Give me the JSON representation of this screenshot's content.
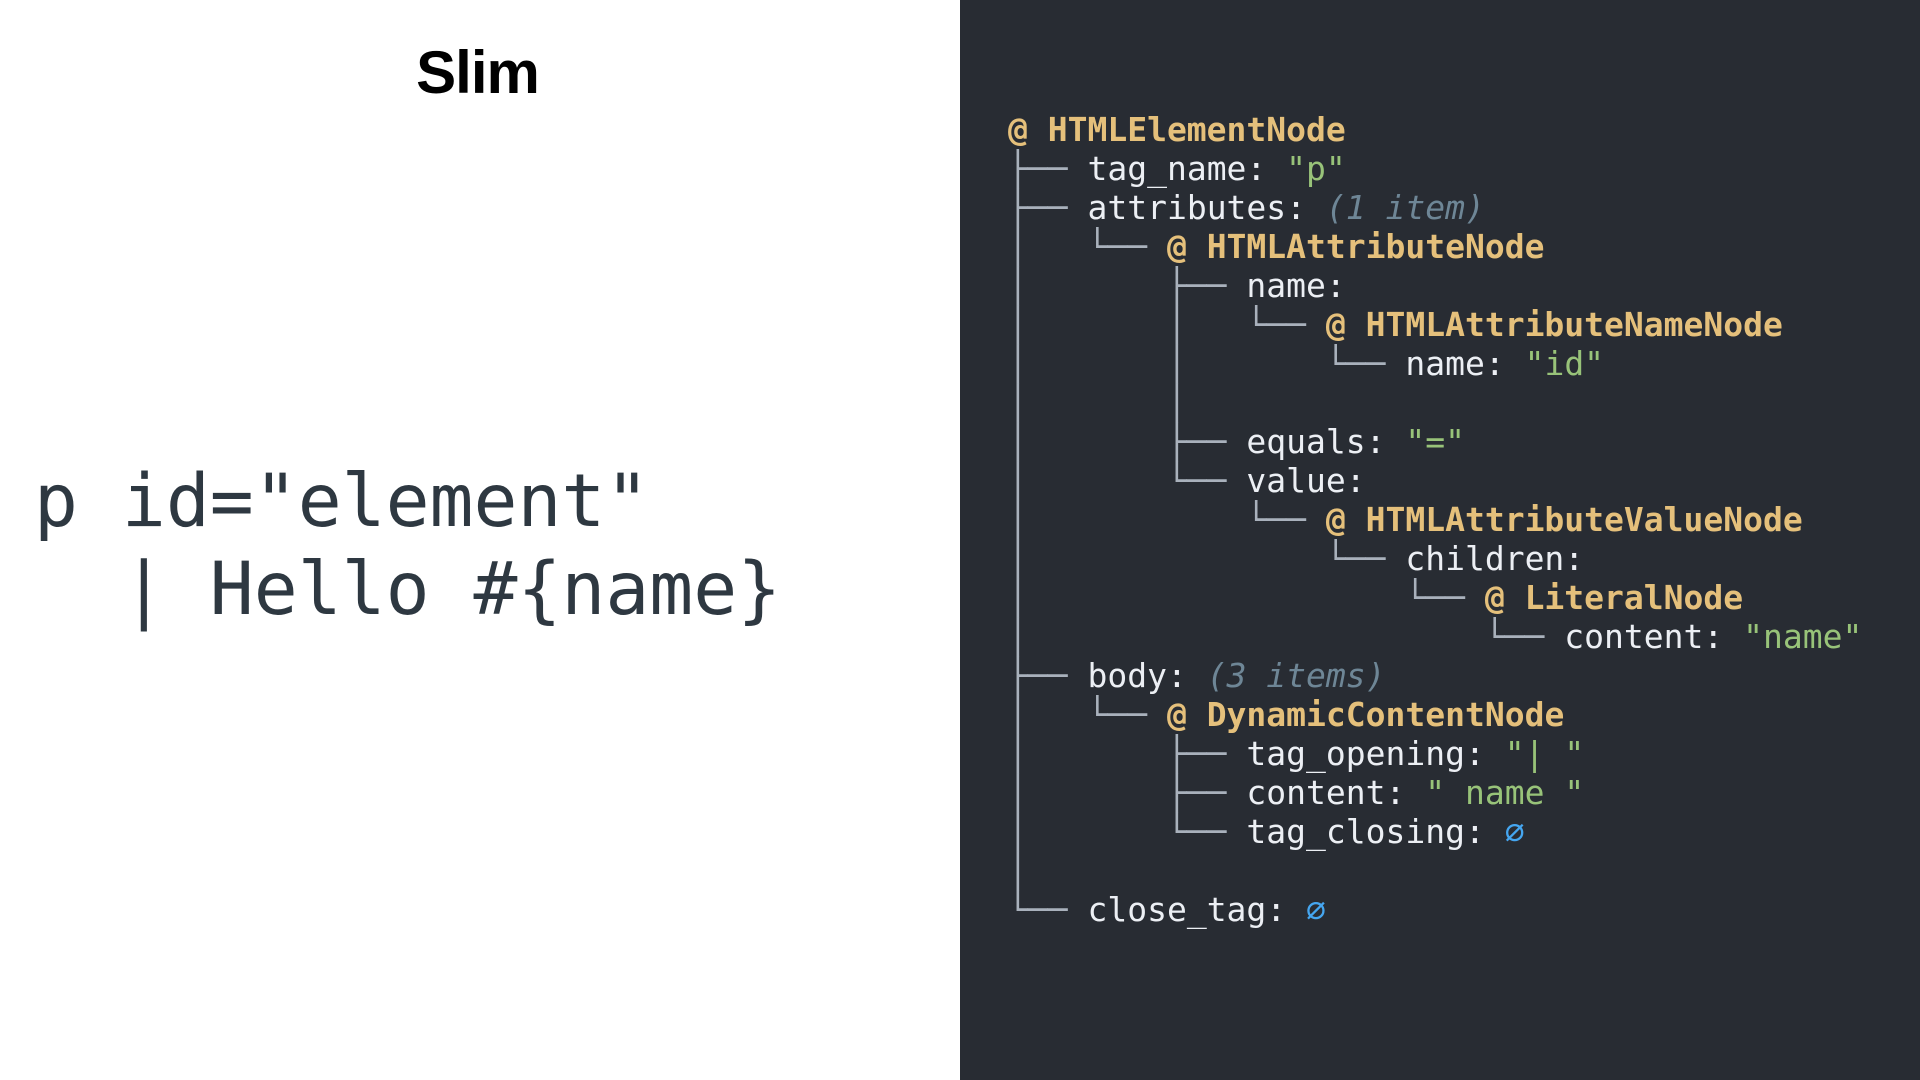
{
  "slide": {
    "title": "Slim"
  },
  "source": {
    "lines": [
      "p id=\"element\"",
      "  | Hello #{name}"
    ]
  },
  "tree": {
    "root_node": "@ HTMLElementNode",
    "tag_name_key": "tag_name:",
    "tag_name_value": "\"p\"",
    "attributes_key": "attributes:",
    "attributes_count": "(1 item)",
    "attribute_node": "@ HTMLAttributeNode",
    "name_key": "name:",
    "attribute_name_node": "@ HTMLAttributeNameNode",
    "inner_name_key": "name:",
    "inner_name_value": "\"id\"",
    "equals_key": "equals:",
    "equals_value": "\"=\"",
    "value_key": "value:",
    "attribute_value_node": "@ HTMLAttributeValueNode",
    "children_key": "children:",
    "literal_node": "@ LiteralNode",
    "content_key": "content:",
    "content_value": "\"name\"",
    "body_key": "body:",
    "body_count": "(3 items)",
    "dynamic_node": "@ DynamicContentNode",
    "tag_opening_key": "tag_opening:",
    "tag_opening_value": "\"| \"",
    "dyn_content_key": "content:",
    "dyn_content_value": "\" name \"",
    "tag_closing_key": "tag_closing:",
    "tag_closing_value": "∅",
    "close_tag_key": "close_tag:",
    "close_tag_value": "∅"
  },
  "colors": {
    "left_background": "#ffffff",
    "right_background": "#282c33",
    "node_name": "#e5c07b",
    "string": "#98c379",
    "count": "#6e8696",
    "nil": "#45a6f0",
    "branch": "#a9b1bc"
  }
}
